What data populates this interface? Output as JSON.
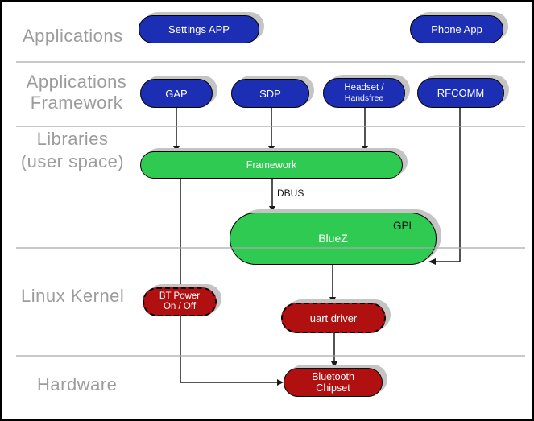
{
  "layers": {
    "applications": "Applications",
    "applications_framework": {
      "line1": "Applications",
      "line2": "Framework"
    },
    "libraries": {
      "line1": "Libraries",
      "line2": "(user space)"
    },
    "linux_kernel": "Linux Kernel",
    "hardware": "Hardware"
  },
  "nodes": {
    "settings_app": {
      "label": "Settings APP"
    },
    "phone_app": {
      "label": "Phone App"
    },
    "gap": {
      "label": "GAP"
    },
    "sdp": {
      "label": "SDP"
    },
    "headset": {
      "line1": "Headset /",
      "line2": "Handsfree"
    },
    "rfcomm": {
      "label": "RFCOMM"
    },
    "framework": {
      "label": "Framework"
    },
    "bluez": {
      "label": "BlueZ",
      "badge": "GPL"
    },
    "bt_power": {
      "line1": "BT Power",
      "line2": "On / Off"
    },
    "uart_driver": {
      "label": "uart driver"
    },
    "bluetooth_chipset": {
      "line1": "Bluetooth",
      "line2": "Chipset"
    }
  },
  "edges": {
    "dbus_label": "DBUS"
  },
  "colors": {
    "app_node": "#1b2eb4",
    "library_node": "#2fca52",
    "kernel_node": "#b11010",
    "shadow": "#c4c4c4",
    "layer_label": "#9c9c9c",
    "divider": "#a9a9a9",
    "connector": "#1a1a1a"
  }
}
